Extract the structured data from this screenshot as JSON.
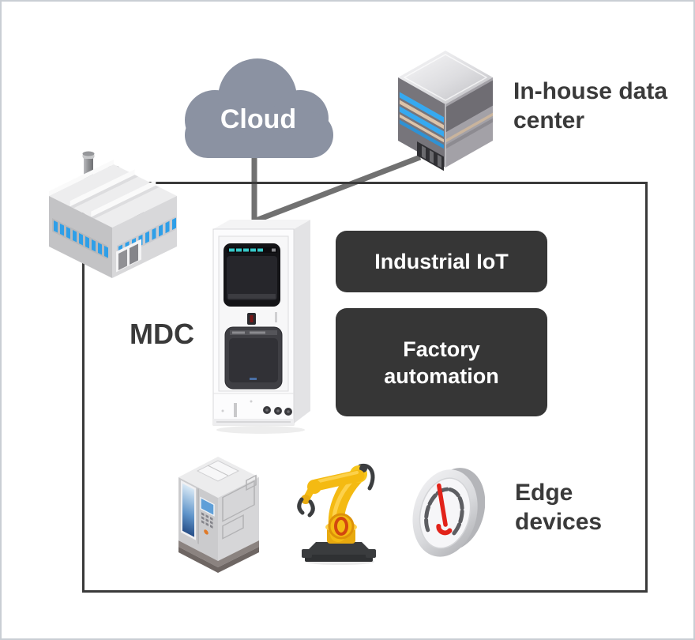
{
  "cloud": {
    "label": "Cloud"
  },
  "data_center": {
    "label": "In-house data center"
  },
  "mdc": {
    "label": "MDC"
  },
  "boxes": [
    {
      "label": "Industrial IoT"
    },
    {
      "label": "Factory automation"
    }
  ],
  "edge_devices": {
    "label": "Edge devices"
  },
  "icons": [
    "cloud-icon",
    "data-center-icon",
    "factory-icon",
    "mdc-cabinet-icon",
    "cnc-machine-icon",
    "robot-arm-icon",
    "gauge-icon"
  ],
  "colors": {
    "cloud_fill": "#8B92A2",
    "dark_box_bg": "#363636",
    "dark_box_text": "#FFFFFF",
    "boundary_border": "#3A3A3A",
    "connector_gray": "#717171",
    "label_text": "#3A3A3A",
    "window_blue": "#2E9FE8",
    "stripe_tan": "#DCC4AA",
    "robot_yellow": "#F4BA12",
    "gauge_needle_red": "#E2231A",
    "outer_frame": "#C9CED4"
  }
}
